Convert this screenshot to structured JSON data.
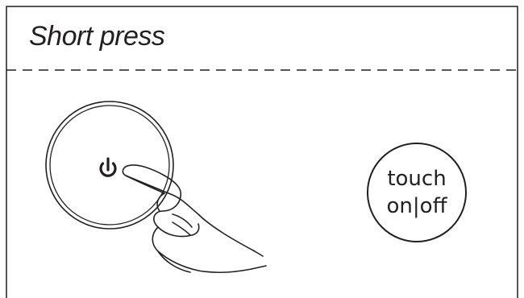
{
  "panel": {
    "title": "Short press"
  },
  "touch_badge": {
    "line1": "touch",
    "line2": "on|off"
  },
  "icons": {
    "power": "power-icon",
    "hand": "pointing-hand-icon"
  },
  "colors": {
    "ink": "#231f20",
    "background": "#ffffff"
  }
}
